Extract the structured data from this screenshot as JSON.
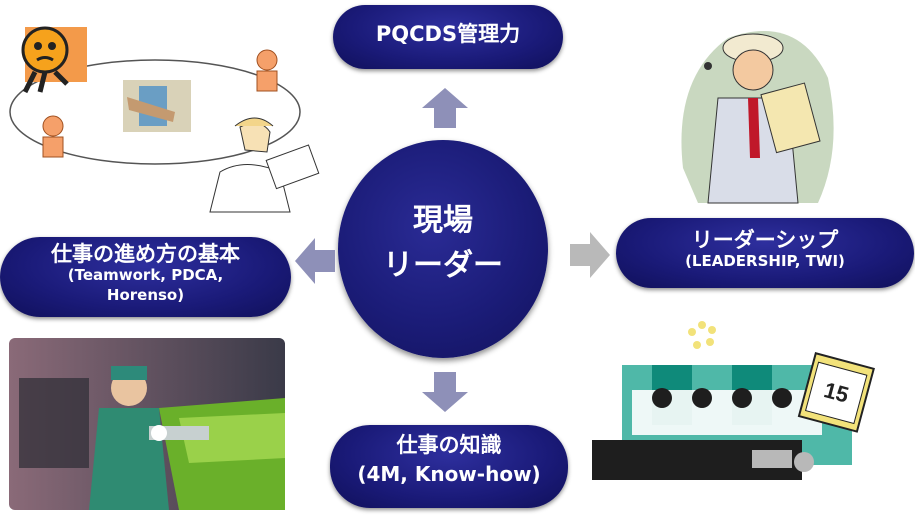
{
  "center": {
    "line1": "現場",
    "line2": "リーダー"
  },
  "top_box": {
    "label": "PQCDS管理力"
  },
  "left_box": {
    "line1": "仕事の進め方の基本",
    "line2": "(Teamwork, PDCA,",
    "line3": "Horenso)"
  },
  "right_box": {
    "line1": "リーダーシップ",
    "line2": "(LEADERSHIP,  TWI)"
  },
  "bottom_box": {
    "line1": "仕事の知識",
    "line2": "(4M, Know-how)"
  },
  "calendar_number": "15",
  "colors": {
    "navy": "#1a1a78",
    "arrow": "#8e90b8",
    "arrow_right": "#b9b9b9"
  }
}
